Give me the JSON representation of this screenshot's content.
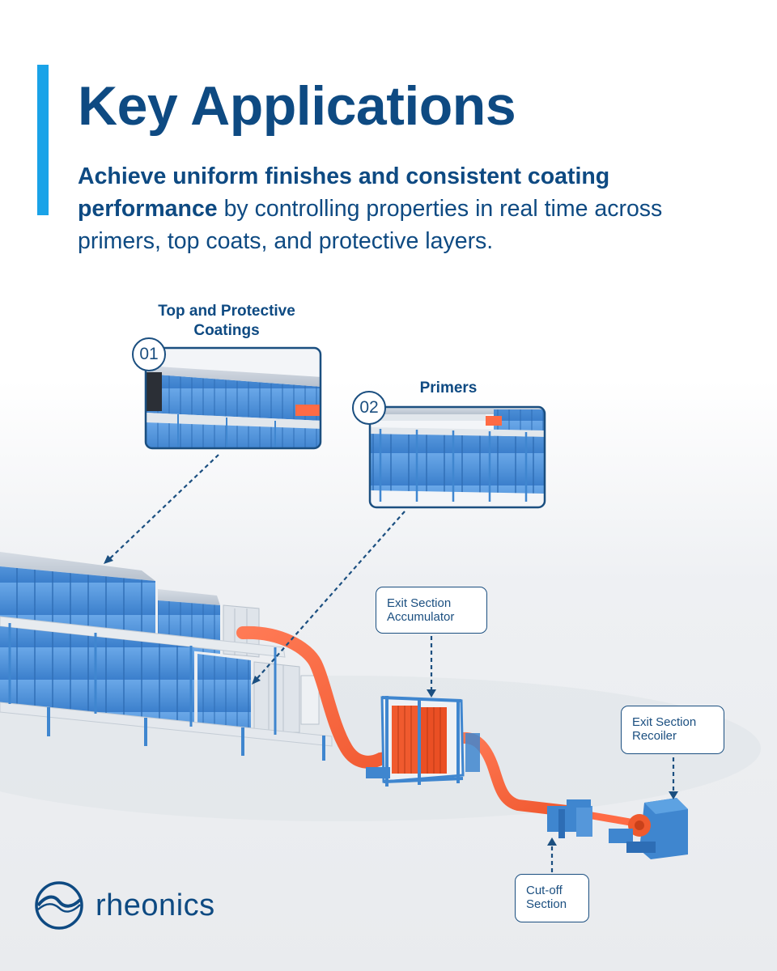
{
  "header": {
    "title": "Key Applications",
    "subtitle_bold": "Achieve uniform finishes and consistent coating performance",
    "subtitle_rest": " by controlling properties in real time across primers, top coats, and protective layers."
  },
  "insets": [
    {
      "number": "01",
      "title_line1": "Top and Protective",
      "title_line2": "Coatings"
    },
    {
      "number": "02",
      "title_line1": "Primers"
    }
  ],
  "callouts": {
    "accumulator": {
      "line1": "Exit Section",
      "line2": "Accumulator"
    },
    "recoiler": {
      "line1": "Exit Section",
      "line2": "Recoiler"
    },
    "cutoff": {
      "line1": "Cut-off",
      "line2": "Section"
    }
  },
  "brand": {
    "name": "rheonics"
  },
  "colors": {
    "navy": "#0e4a82",
    "accent": "#1aa3e8",
    "oven_blue": "#4a90d9",
    "strip_orange": "#ff6b45",
    "frame_blue": "#3f86cf"
  }
}
